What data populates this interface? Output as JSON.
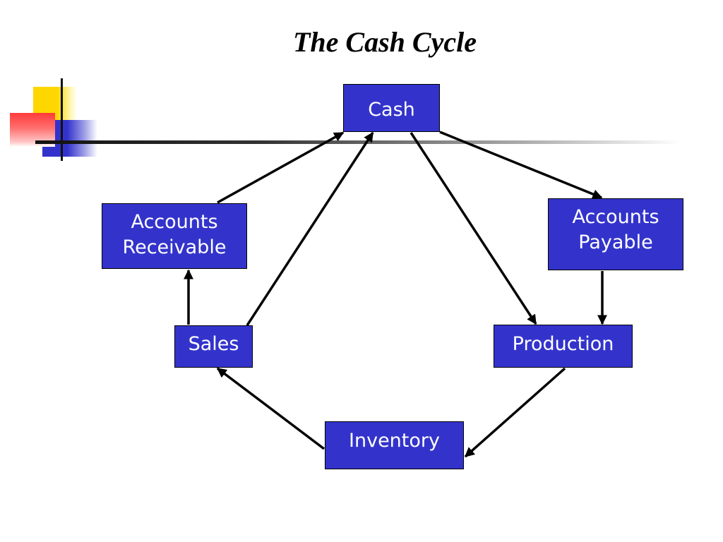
{
  "title": "The Cash Cycle",
  "nodes": {
    "cash": "Cash",
    "accounts_receivable": "Accounts\nReceivable",
    "accounts_payable": "Accounts\nPayable",
    "sales": "Sales",
    "production": "Production",
    "inventory": "Inventory"
  },
  "edges": [
    {
      "from": "Accounts Receivable",
      "to": "Cash"
    },
    {
      "from": "Sales",
      "to": "Cash"
    },
    {
      "from": "Cash",
      "to": "Production"
    },
    {
      "from": "Cash",
      "to": "Accounts Payable"
    },
    {
      "from": "Accounts Payable",
      "to": "Production"
    },
    {
      "from": "Production",
      "to": "Inventory"
    },
    {
      "from": "Inventory",
      "to": "Sales"
    },
    {
      "from": "Sales",
      "to": "Accounts Receivable"
    }
  ],
  "colors": {
    "node_fill": "#3333cc",
    "node_text": "#ffffff",
    "arrow": "#000000",
    "accent_yellow": "#ffd700",
    "accent_red": "#ff3b3b"
  }
}
